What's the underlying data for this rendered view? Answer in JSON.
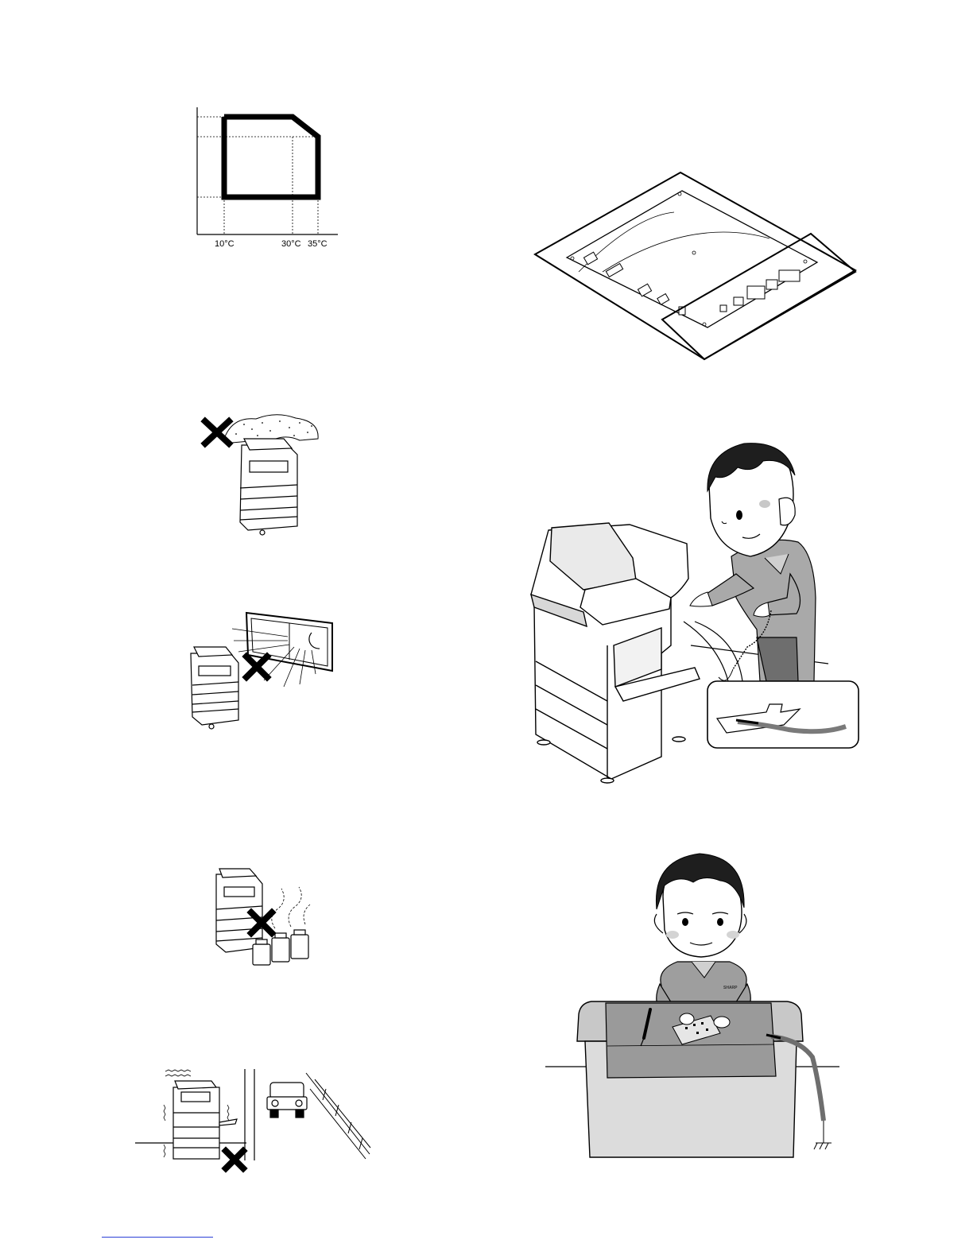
{
  "env_chart": {
    "x_ticks": [
      "10°C",
      "30°C",
      "35°C"
    ]
  },
  "illustrations": {
    "dust": "no-dust-location-icon",
    "sunlight": "no-direct-sunlight-icon",
    "ammonia": "no-volatile-chemicals-icon",
    "vibration": "no-vibration-location-icon",
    "board_bag": "antistatic-bag-pcb-icon",
    "wrist_strap": "wrist-strap-grounding-icon",
    "bench": "grounded-workbench-icon"
  },
  "technician": {
    "brand_text": "SHARP"
  },
  "colors": {
    "line": "#000000",
    "gray_fill": "#c8c8c8",
    "dark_gray": "#6e6e6e",
    "footer_rule": "#2a3fd6"
  }
}
